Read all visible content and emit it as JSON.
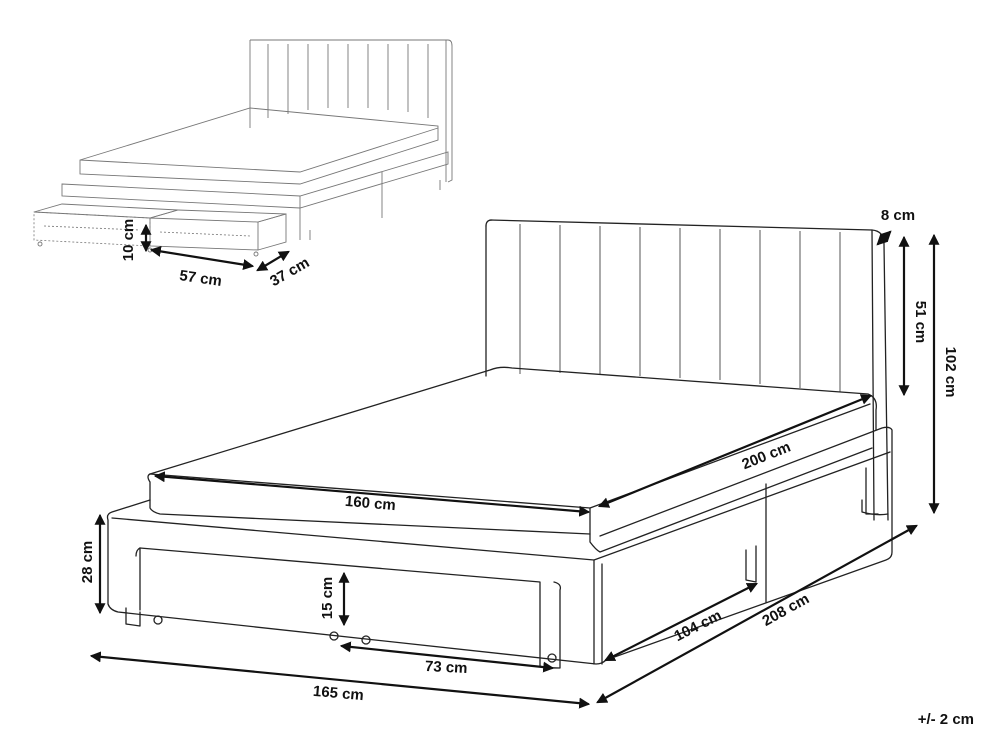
{
  "dimensions": {
    "drawer_height": "10 cm",
    "drawer_width": "57 cm",
    "drawer_depth": "37 cm",
    "headboard_thickness": "8 cm",
    "headboard_height": "51 cm",
    "total_height": "102 cm",
    "mattress_length": "200 cm",
    "mattress_width": "160 cm",
    "frame_height": "28 cm",
    "drawer_front_height": "15 cm",
    "drawer_front_width": "73 cm",
    "side_length": "104 cm",
    "total_length": "208 cm",
    "total_width": "165 cm"
  },
  "tolerance": "+/- 2 cm"
}
